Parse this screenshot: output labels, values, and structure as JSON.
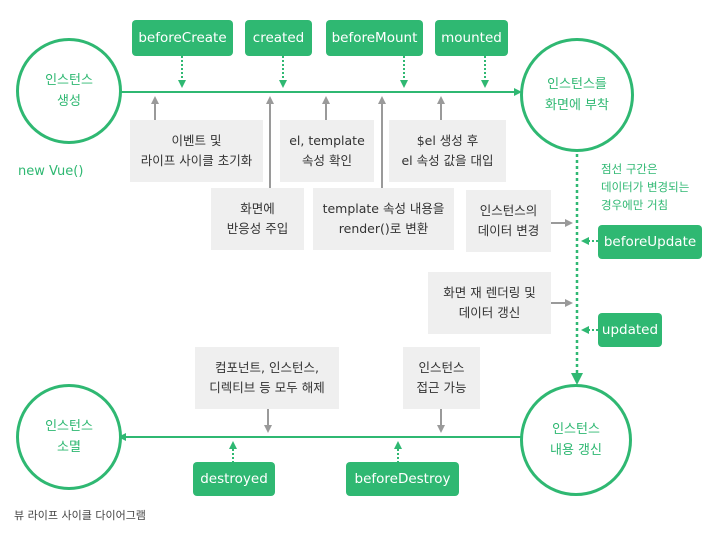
{
  "circles": {
    "create": "인스턴스\n생성",
    "mount": "인스턴스를\n화면에 부착",
    "update": "인스턴스\n내용 갱신",
    "destroy": "인스턴스\n소멸"
  },
  "hooks": {
    "beforeCreate": "beforeCreate",
    "created": "created",
    "beforeMount": "beforeMount",
    "mounted": "mounted",
    "beforeUpdate": "beforeUpdate",
    "updated": "updated",
    "beforeDestroy": "beforeDestroy",
    "destroyed": "destroyed"
  },
  "boxes": {
    "events": "이벤트 및\n라이프 사이클 초기화",
    "el_template": "el, template\n속성 확인",
    "el_data": "$el 생성 후\nel 속성 값을 대입",
    "reactivity": "화면에\n반응성 주입",
    "render": "template 속성 내용을\nrender()로 변환",
    "data_change": "인스턴스의\n데이터 변경",
    "rerender": "화면 재 렌더링 및\n데이터 갱신",
    "teardown": "컴포넌트, 인스턴스,\n디렉티브 등 모두 해제",
    "access": "인스턴스\n접근 가능"
  },
  "labels": {
    "new_vue": "new Vue()",
    "note": "점선 구간은\n데이터가 변경되는\n경우에만 거침",
    "caption": "뷰 라이프 사이클 다이어그램"
  },
  "colors": {
    "accent": "#2fb872",
    "gray_line": "#999999",
    "box_bg": "#efefef"
  }
}
